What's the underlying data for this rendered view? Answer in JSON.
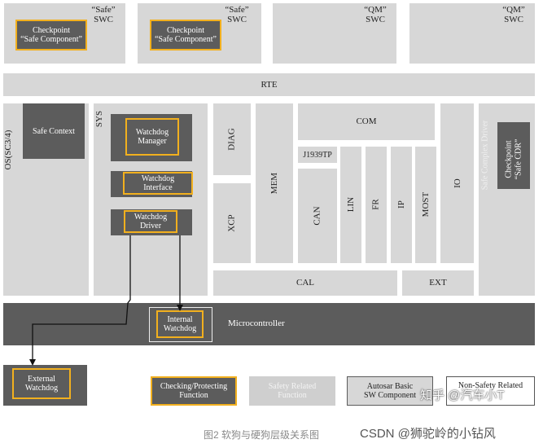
{
  "swc": [
    {
      "name": "“Safe”",
      "type": "SWC",
      "checkpoint": "Checkpoint",
      "checkpoint_sub": "“Safe Component”"
    },
    {
      "name": "“Safe”",
      "type": "SWC",
      "checkpoint": "Checkpoint",
      "checkpoint_sub": "“Safe Component”"
    },
    {
      "name": "“QM”",
      "type": "SWC"
    },
    {
      "name": "“QM”",
      "type": "SWC"
    }
  ],
  "rte": "RTE",
  "os": {
    "label": "OS(SC3/4)",
    "safe_context": "Safe Context"
  },
  "sys": {
    "label": "SYS",
    "wd_manager": "Watchdog\nManager",
    "wd_interface": "Watchdog\nInterface",
    "wd_driver": "Watchdog\nDriver"
  },
  "services": {
    "diag": "DIAG",
    "xcp": "XCP",
    "mem": "MEM",
    "com": "COM",
    "j1939tp": "J1939TP",
    "can": "CAN",
    "lin": "LIN",
    "fr": "FR",
    "ip": "IP",
    "most": "MOST",
    "io": "IO",
    "cal": "CAL",
    "ext": "EXT"
  },
  "scd": {
    "label": "Safe Complex Driver",
    "checkpoint": "Checkpoint",
    "checkpoint_sub": "“Safe CDR”"
  },
  "micro": {
    "label": "Microcontroller",
    "internal_wd": "Internal\nWatchdog"
  },
  "external_wd": "External\nWatchdog",
  "legend": [
    {
      "label": "Checking/Protecting\nFunction"
    },
    {
      "label": "Safety Related\nFunction"
    },
    {
      "label": "Autosar Basic\nSW Component"
    },
    {
      "label": "Non-Safety Related"
    }
  ],
  "watermark": "知乎 @汽车小T",
  "caption": "图2 软狗与硬狗层级关系图",
  "csdn": "CSDN @狮驼岭的小钻风",
  "colors": {
    "light": "#d7d7d7",
    "dark": "#5c5c5c",
    "highlight": "#f2b01e"
  }
}
